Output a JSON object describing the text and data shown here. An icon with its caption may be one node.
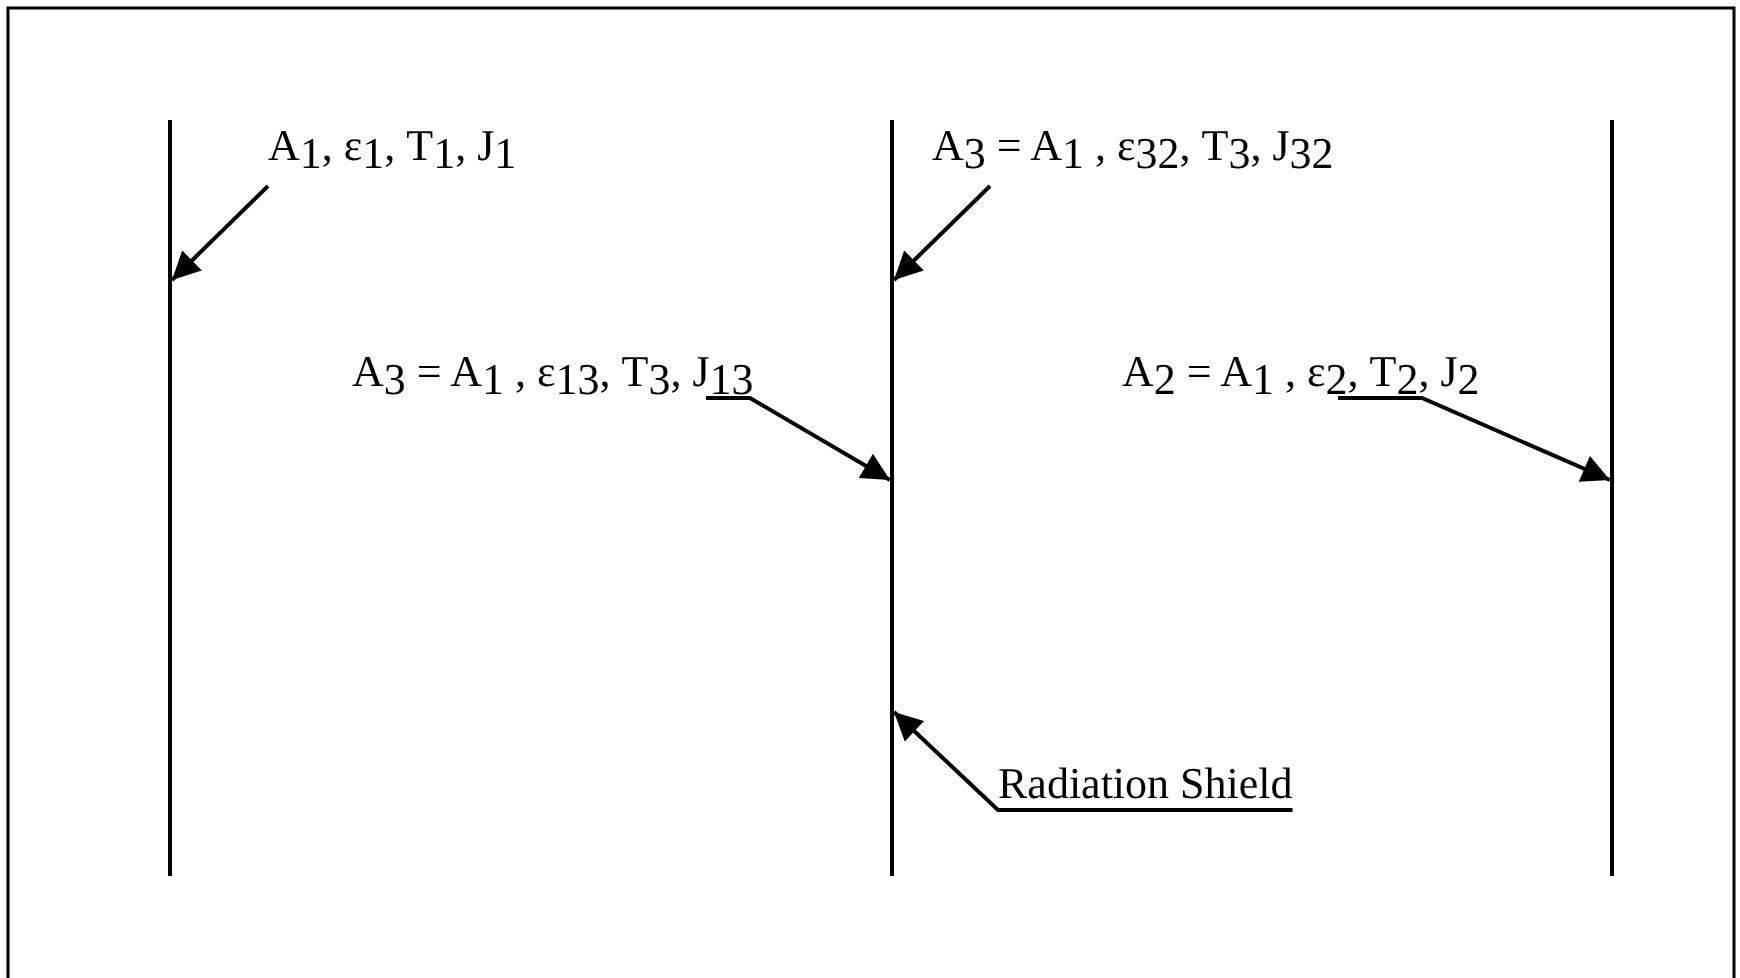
{
  "diagram": {
    "nodes": [
      {
        "text": [
          "A$_{1}$, ε$_{1}$, T$_{1}$, J$_{1}$"
        ]
      },
      {
        "text": [],
        "shape": "bar"
      },
      {
        "text": [
          "A$_{3}$ = A$_{1}$ , ε$_{13}$, T$_{3}$, J$_{13}$"
        ]
      },
      {
        "text": [],
        "shape": "bar"
      },
      {
        "text": [
          "A$_{3}$ = A$_{1}$ , ε$_{32}$, T$_{3}$, J$_{32}$"
        ]
      },
      {
        "text": [
          "A$_{2}$ = A$_{1}$ , ε$_{2}$, T$_{2}$, J$_{2}$"
        ]
      },
      {
        "text": [],
        "shape": "bar"
      },
      {
        "text": [
          "Radiation Shield"
        ]
      }
    ],
    "edges": [
      {
        "from": 0,
        "to": 1,
        "arrow": "to"
      },
      {
        "from": 2,
        "to": 3,
        "arrow": "to"
      },
      {
        "from": 4,
        "to": 3,
        "arrow": "to"
      },
      {
        "from": 5,
        "to": 6,
        "arrow": "to"
      },
      {
        "from": 7,
        "to": 3,
        "arrow": "to"
      }
    ]
  }
}
